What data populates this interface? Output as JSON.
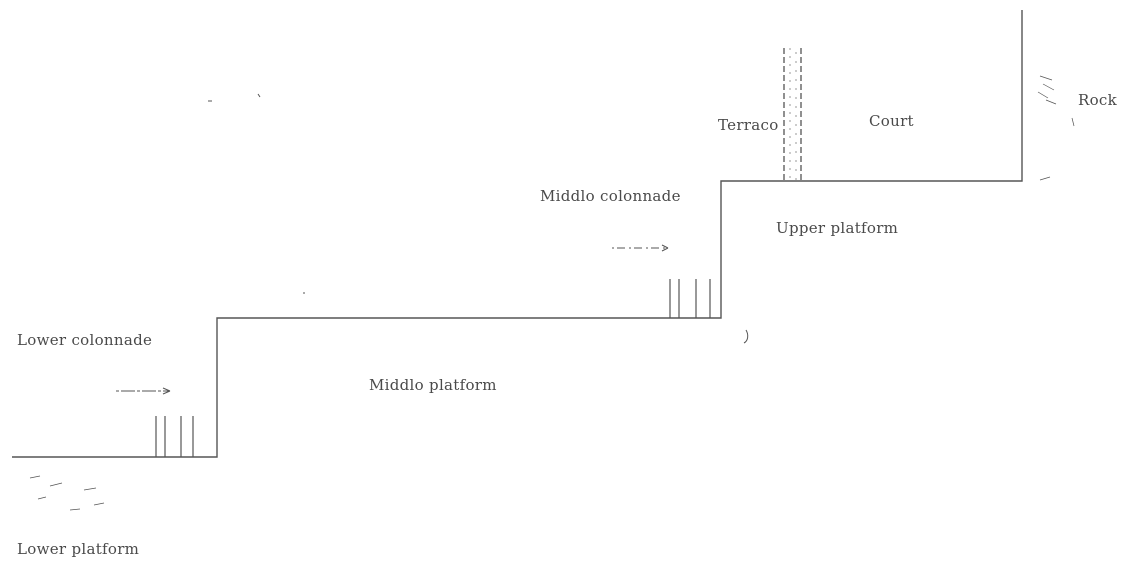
{
  "labels": {
    "lower_platform": "Lower platform",
    "lower_colonnade": "Lower colonnade",
    "middle_platform": "Middlo platform",
    "middle_colonnade": "Middlo colonnade",
    "upper_platform": "Upper platform",
    "terrace": "Terraco",
    "court": "Court",
    "rock": "Rock"
  },
  "colors": {
    "ink": "#555555",
    "text": "#4a4a4a",
    "background": "#ffffff"
  }
}
